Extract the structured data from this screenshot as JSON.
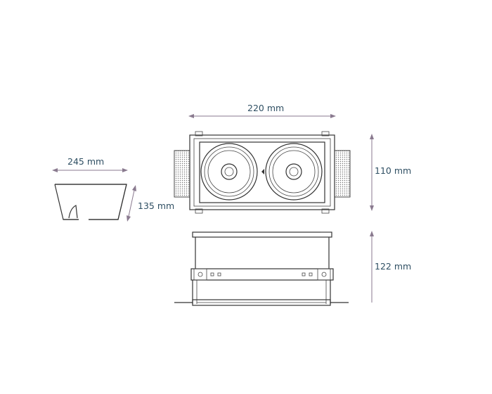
{
  "dimensions": {
    "trim_width": "245 mm",
    "trim_depth": "135 mm",
    "frame_width": "220 mm",
    "frame_height": "110 mm",
    "box_height": "122 mm"
  },
  "colors": {
    "dimension_text": "#2f4f63",
    "dimension_line": "#8a7a8f",
    "outline": "#333333"
  }
}
